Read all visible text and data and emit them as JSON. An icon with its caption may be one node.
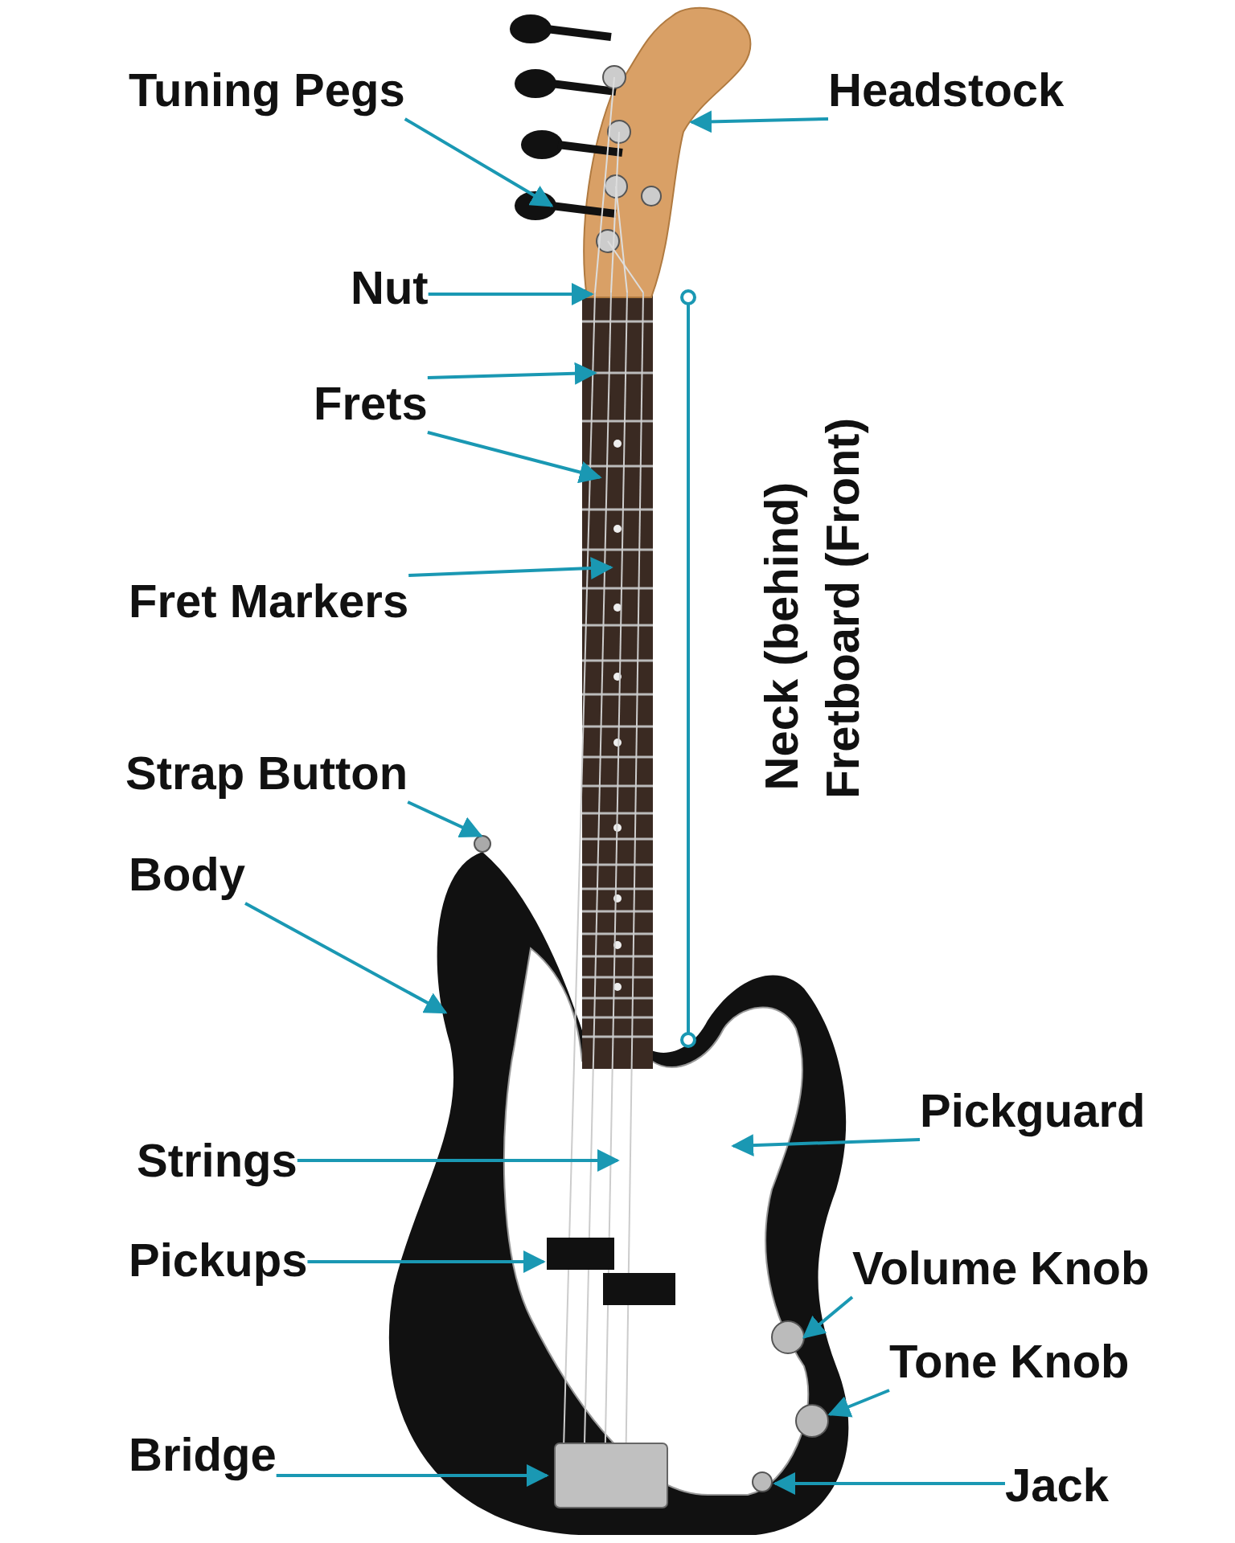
{
  "diagram": {
    "nodes": [
      {
        "text": [
          "Tuning Pegs"
        ]
      },
      {
        "text": [
          "Headstock"
        ]
      },
      {
        "text": [
          "Nut"
        ]
      },
      {
        "text": [
          "Frets"
        ]
      },
      {
        "text": [
          "Fret Markers"
        ]
      },
      {
        "text": [
          "Strap Button"
        ]
      },
      {
        "text": [
          "Body"
        ]
      },
      {
        "text": [
          "Pickguard"
        ]
      },
      {
        "text": [
          "Strings"
        ]
      },
      {
        "text": [
          "Pickups"
        ]
      },
      {
        "text": [
          "Volume Knob"
        ]
      },
      {
        "text": [
          "Tone Knob"
        ]
      },
      {
        "text": [
          "Bridge"
        ]
      },
      {
        "text": [
          "Jack"
        ]
      }
    ],
    "edges": [
      {
        "from": 0,
        "to": null,
        "arrow": "to"
      },
      {
        "from": 1,
        "to": null,
        "arrow": "to"
      },
      {
        "from": 2,
        "to": null,
        "arrow": "to"
      },
      {
        "from": 3,
        "to": null,
        "arrow": "to"
      },
      {
        "from": 3,
        "to": null,
        "arrow": "to"
      },
      {
        "from": 4,
        "to": null,
        "arrow": "to"
      },
      {
        "from": 5,
        "to": null,
        "arrow": "to"
      },
      {
        "from": 6,
        "to": null,
        "arrow": "to"
      },
      {
        "from": 7,
        "to": null,
        "arrow": "to"
      },
      {
        "from": 8,
        "to": null,
        "arrow": "to"
      },
      {
        "from": 9,
        "to": null,
        "arrow": "to"
      },
      {
        "from": 10,
        "to": null,
        "arrow": "to"
      },
      {
        "from": 11,
        "to": null,
        "arrow": "to"
      },
      {
        "from": 12,
        "to": null,
        "arrow": "to"
      },
      {
        "from": 13,
        "to": null,
        "arrow": "to"
      }
    ],
    "labels": [
      "Neck (behind)",
      "Fretboard (Front)"
    ]
  }
}
